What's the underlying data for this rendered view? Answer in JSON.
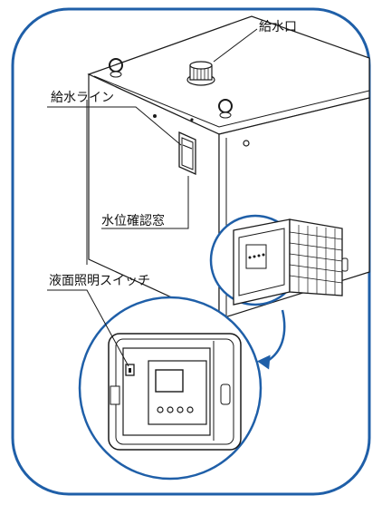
{
  "labels": {
    "water_inlet": "給水口",
    "fill_line": "給水ライン",
    "level_window": "水位確認窓",
    "level_light_switch": "液面照明スイッチ"
  },
  "colors": {
    "frame": "#1f5fa8",
    "line": "#1a1a1a",
    "fill_light": "#ffffff",
    "accent": "#2b6cb8"
  }
}
